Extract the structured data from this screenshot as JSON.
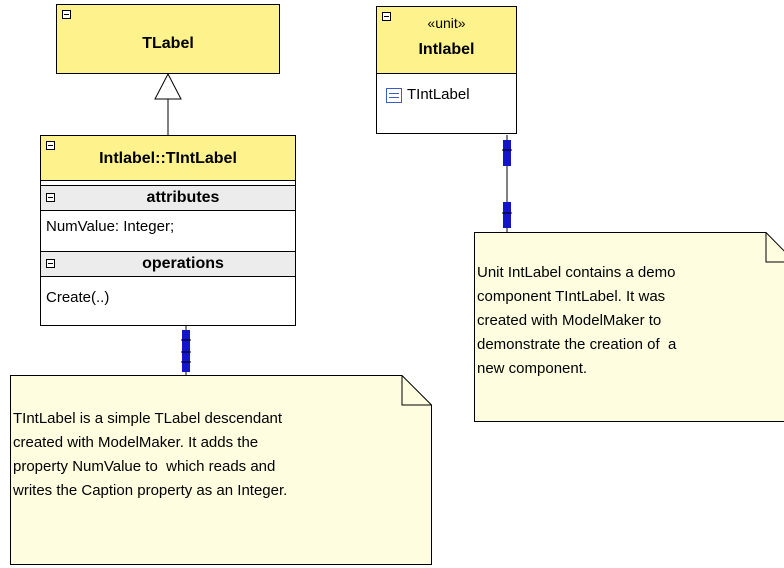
{
  "diagram": {
    "tlabel": {
      "title": "TLabel"
    },
    "tintlabel_class": {
      "title": "Intlabel::TIntLabel",
      "attributes_header": "attributes",
      "attributes": [
        "NumValue: Integer;"
      ],
      "operations_header": "operations",
      "operations": [
        "Create(..)"
      ]
    },
    "unit": {
      "stereotype": "«unit»",
      "title": "Intlabel",
      "item": "TIntLabel"
    },
    "note_left": {
      "text": "TIntLabel is a simple TLabel descendant\ncreated with ModelMaker. It adds the\nproperty NumValue to  which reads and\nwrites the Caption property as an Integer."
    },
    "note_right": {
      "text": "Unit IntLabel contains a demo\ncomponent TIntLabel. It was\ncreated with ModelMaker to\ndemonstrate the creation of  a\nnew component."
    },
    "colors": {
      "header": "#fef28d",
      "note": "#fffde0",
      "section": "#ececec",
      "connector": "#1414c8"
    }
  }
}
